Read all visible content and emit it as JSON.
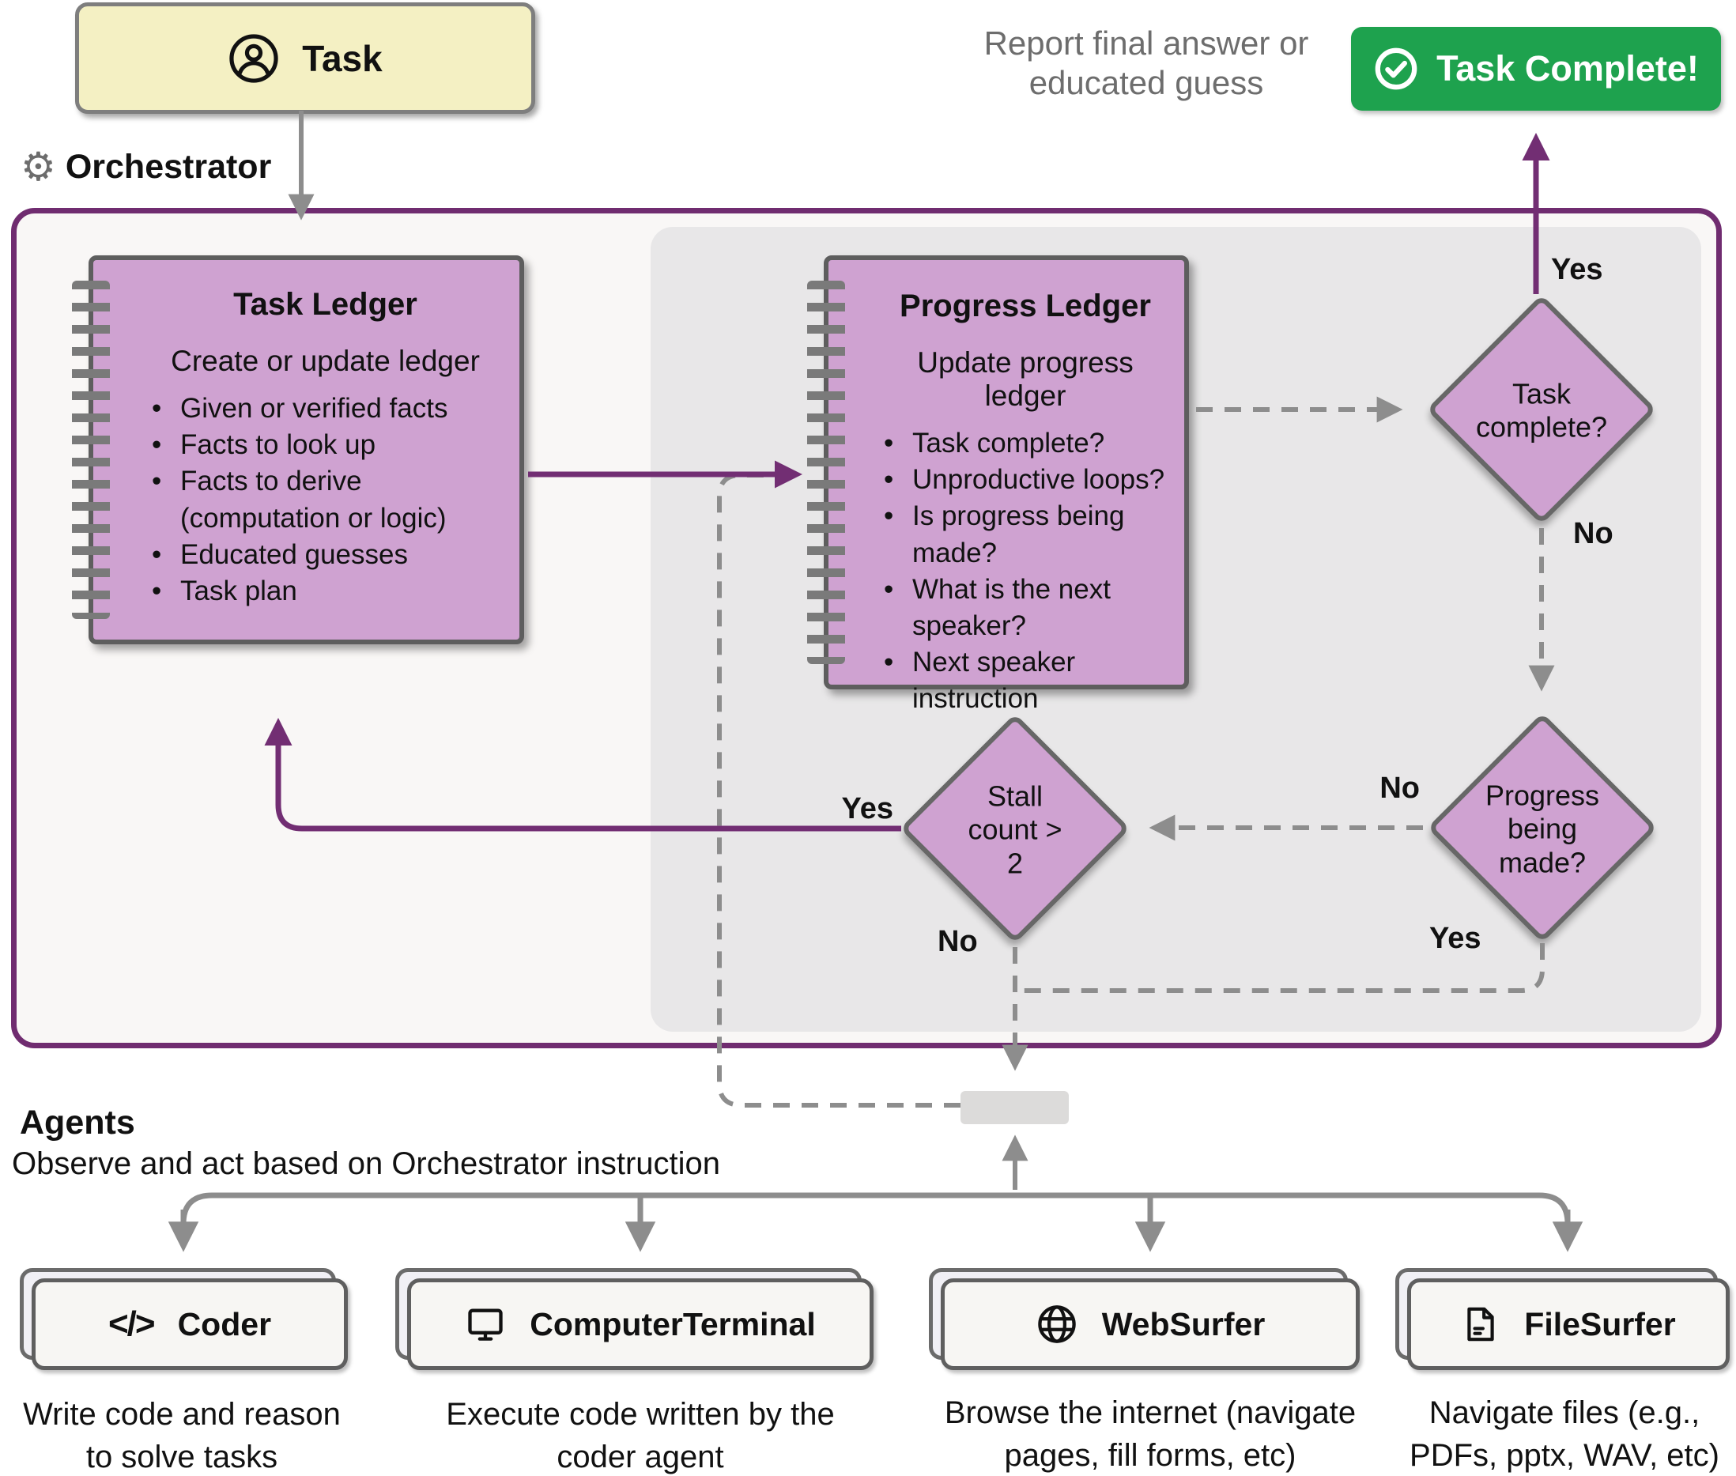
{
  "colors": {
    "purple_accent": "#722e73",
    "pink_node": "#cfa2d1",
    "green_success": "#1ea24e",
    "yellow_task": "#f4f0c3",
    "gray_arrow": "#8d8d8d",
    "inner_panel_gray": "#e8e7e8"
  },
  "task_box": {
    "label": "Task"
  },
  "orchestrator_label": "Orchestrator",
  "report_note": "Report final answer or\neducated guess",
  "banner": {
    "label": "Task Complete!"
  },
  "task_ledger": {
    "title": "Task Ledger",
    "subtitle": "Create or update ledger",
    "items": [
      "Given or verified facts",
      "Facts to look up",
      "Facts to derive\n(computation or logic)",
      "Educated guesses",
      "Task plan"
    ]
  },
  "progress_ledger": {
    "title": "Progress Ledger",
    "subtitle": "Update progress ledger",
    "items": [
      "Task complete?",
      "Unproductive loops?",
      "Is progress being\nmade?",
      "What is the next\nspeaker?",
      "Next speaker instruction"
    ]
  },
  "decisions": {
    "task_complete": "Task\ncomplete?",
    "progress": "Progress\nbeing\nmade?",
    "stall": "Stall\ncount >\n2"
  },
  "edges": {
    "tc_yes": "Yes",
    "tc_no": "No",
    "pb_no": "No",
    "pb_yes": "Yes",
    "sc_yes": "Yes",
    "sc_no": "No"
  },
  "agents_header": {
    "title": "Agents",
    "subtitle": "Observe and act based on Orchestrator instruction"
  },
  "agents": [
    {
      "name": "Coder",
      "icon": "code-icon",
      "description": "Write code and reason\nto solve tasks"
    },
    {
      "name": "ComputerTerminal",
      "icon": "terminal-icon",
      "description": "Execute code written by the\ncoder agent"
    },
    {
      "name": "WebSurfer",
      "icon": "globe-icon",
      "description": "Browse the internet (navigate\npages, fill forms, etc)"
    },
    {
      "name": "FileSurfer",
      "icon": "file-icon",
      "description": "Navigate files (e.g.,\nPDFs, pptx, WAV, etc)"
    }
  ]
}
